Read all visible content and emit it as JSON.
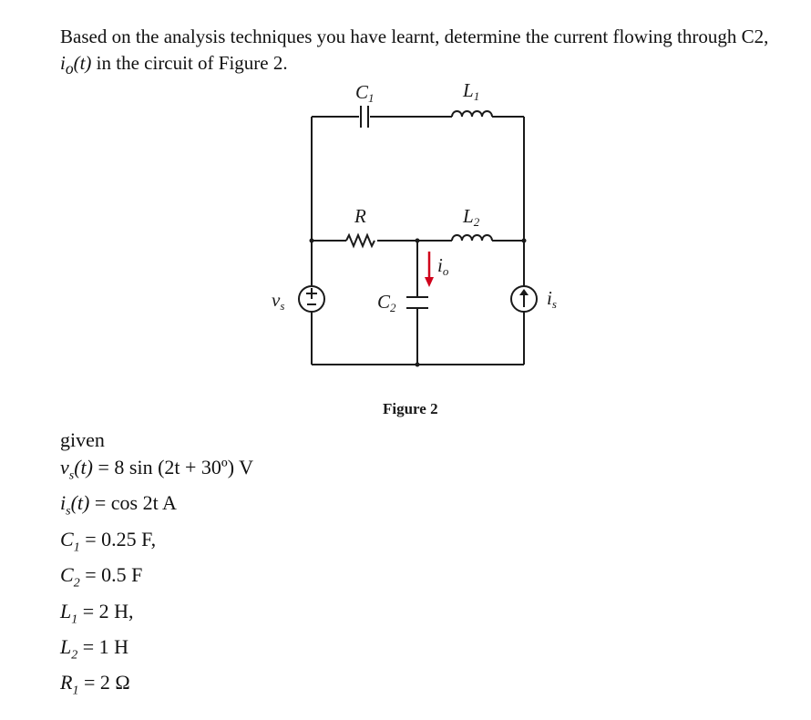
{
  "question": {
    "text_before": "Based on the analysis techniques you have learnt, determine the current flowing through C2, ",
    "io_symbol": "i",
    "io_sub": "o",
    "io_arg": "(t)",
    "text_after": " in the circuit of Figure 2."
  },
  "figure": {
    "caption": "Figure 2",
    "labels": {
      "C1": "C",
      "C1_sub": "1",
      "L1": "L",
      "L1_sub": "1",
      "R": "R",
      "L2": "L",
      "L2_sub": "2",
      "C2": "C",
      "C2_sub": "2",
      "io": "i",
      "io_sub": "o",
      "vs": "v",
      "vs_sub": "s",
      "is": "i",
      "is_sub": "s"
    },
    "colors": {
      "wire": "#1a1a1a",
      "current_arrow": "#d0021b"
    }
  },
  "given": {
    "heading": "given",
    "vs": {
      "sym": "v",
      "sub": "s",
      "arg": "(t)",
      "rhs": " = 8 sin (2t + 30º) V"
    },
    "is": {
      "sym": "i",
      "sub": "s",
      "arg": "(t)",
      "rhs": " = cos 2t A"
    },
    "C1": {
      "sym": "C",
      "sub": "1",
      "rhs": " = 0.25 F,"
    },
    "C2": {
      "sym": "C",
      "sub": "2",
      "rhs": " = 0.5 F"
    },
    "L1": {
      "sym": "L",
      "sub": "1",
      "rhs": " = 2 H,"
    },
    "L2": {
      "sym": "L",
      "sub": "2",
      "rhs": " = 1 H"
    },
    "R1": {
      "sym": "R",
      "sub": "1",
      "rhs": " = 2 Ω"
    }
  }
}
